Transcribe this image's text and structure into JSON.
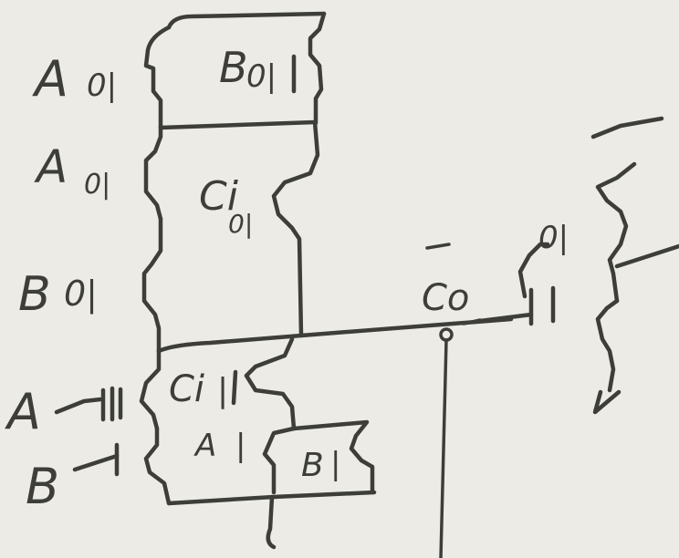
{
  "transistor_labels": [
    {
      "name": "A",
      "suffix": "0|"
    },
    {
      "name": "B",
      "suffix": "0|"
    },
    {
      "name": "A",
      "suffix": "0|"
    },
    {
      "name": "Ci",
      "suffix": "0|"
    },
    {
      "name": "B",
      "suffix": "0|"
    },
    {
      "name": "A",
      "suffix": "-||"
    },
    {
      "name": "Ci",
      "suffix": "|"
    },
    {
      "name": "B",
      "suffix": "-|"
    },
    {
      "name": "A",
      "suffix": "|"
    },
    {
      "name": "B",
      "suffix": "|"
    }
  ],
  "output_node_label": "Co",
  "inverter_gate_label": "0|"
}
